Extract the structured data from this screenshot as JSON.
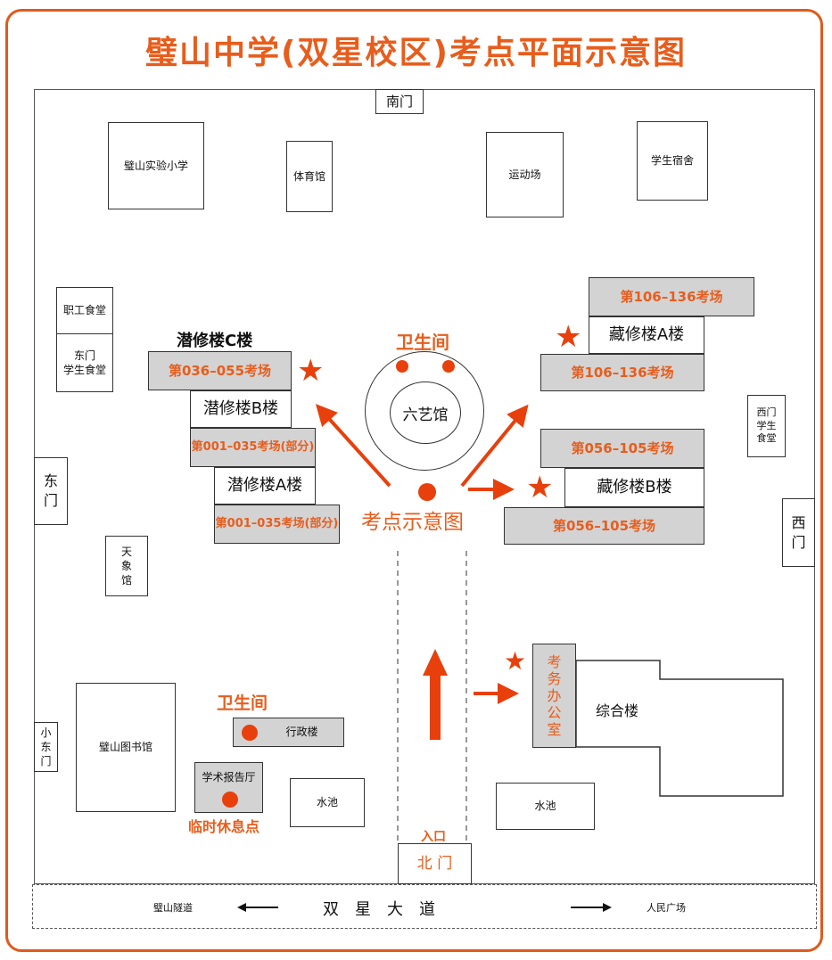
{
  "title": "璧山中学(双星校区)考点平面示意图",
  "buildings": {
    "south_gate": "南门",
    "primary_school": "璧山实验小学",
    "gym": "体育馆",
    "sports_field": "运动场",
    "dormitory": "学生宿舍",
    "staff_canteen": "职工食堂",
    "east_canteen": "东门\n学生食堂",
    "east_gate": "东\n门",
    "observatory": "天\n象\n馆",
    "west_canteen": "西门\n学生\n食堂",
    "west_gate": "西\n门",
    "library": "璧山图书馆",
    "small_east_gate": "小\n东\n门",
    "admin": "行政楼",
    "lecture_hall": "学术报告厅",
    "pool_left": "水池",
    "pool_right": "水池",
    "north_gate": "北 门",
    "comprehensive": "综合楼",
    "exam_office": "考\n务\n办\n公\n室",
    "liuyi_hall": "六艺馆"
  },
  "qianxiu": {
    "c_label": "潜修楼C楼",
    "c_rooms": "第036–055考场",
    "b_label": "潜修楼B楼",
    "b_rooms": "第001–035考场(部分)",
    "a_label": "潜修楼A楼",
    "a_rooms": "第001–035考场(部分)"
  },
  "cangxiu": {
    "a_top": "第106–136考场",
    "a_label": "藏修楼A楼",
    "a_bottom": "第106–136考场",
    "b_top": "第056–105考场",
    "b_label": "藏修楼B楼",
    "b_bottom": "第056–105考场"
  },
  "labels": {
    "toilet_top": "卫生间",
    "toilet_bottom": "卫生间",
    "center": "考点示意图",
    "rest_point": "临时休息点",
    "entrance": "入口"
  },
  "road": {
    "left_dest": "璧山隧道",
    "name": "双　星　大　道",
    "right_dest": "人民广场"
  },
  "colors": {
    "accent": "#e85d1c",
    "highlight_fill": "#d3d3d3"
  }
}
